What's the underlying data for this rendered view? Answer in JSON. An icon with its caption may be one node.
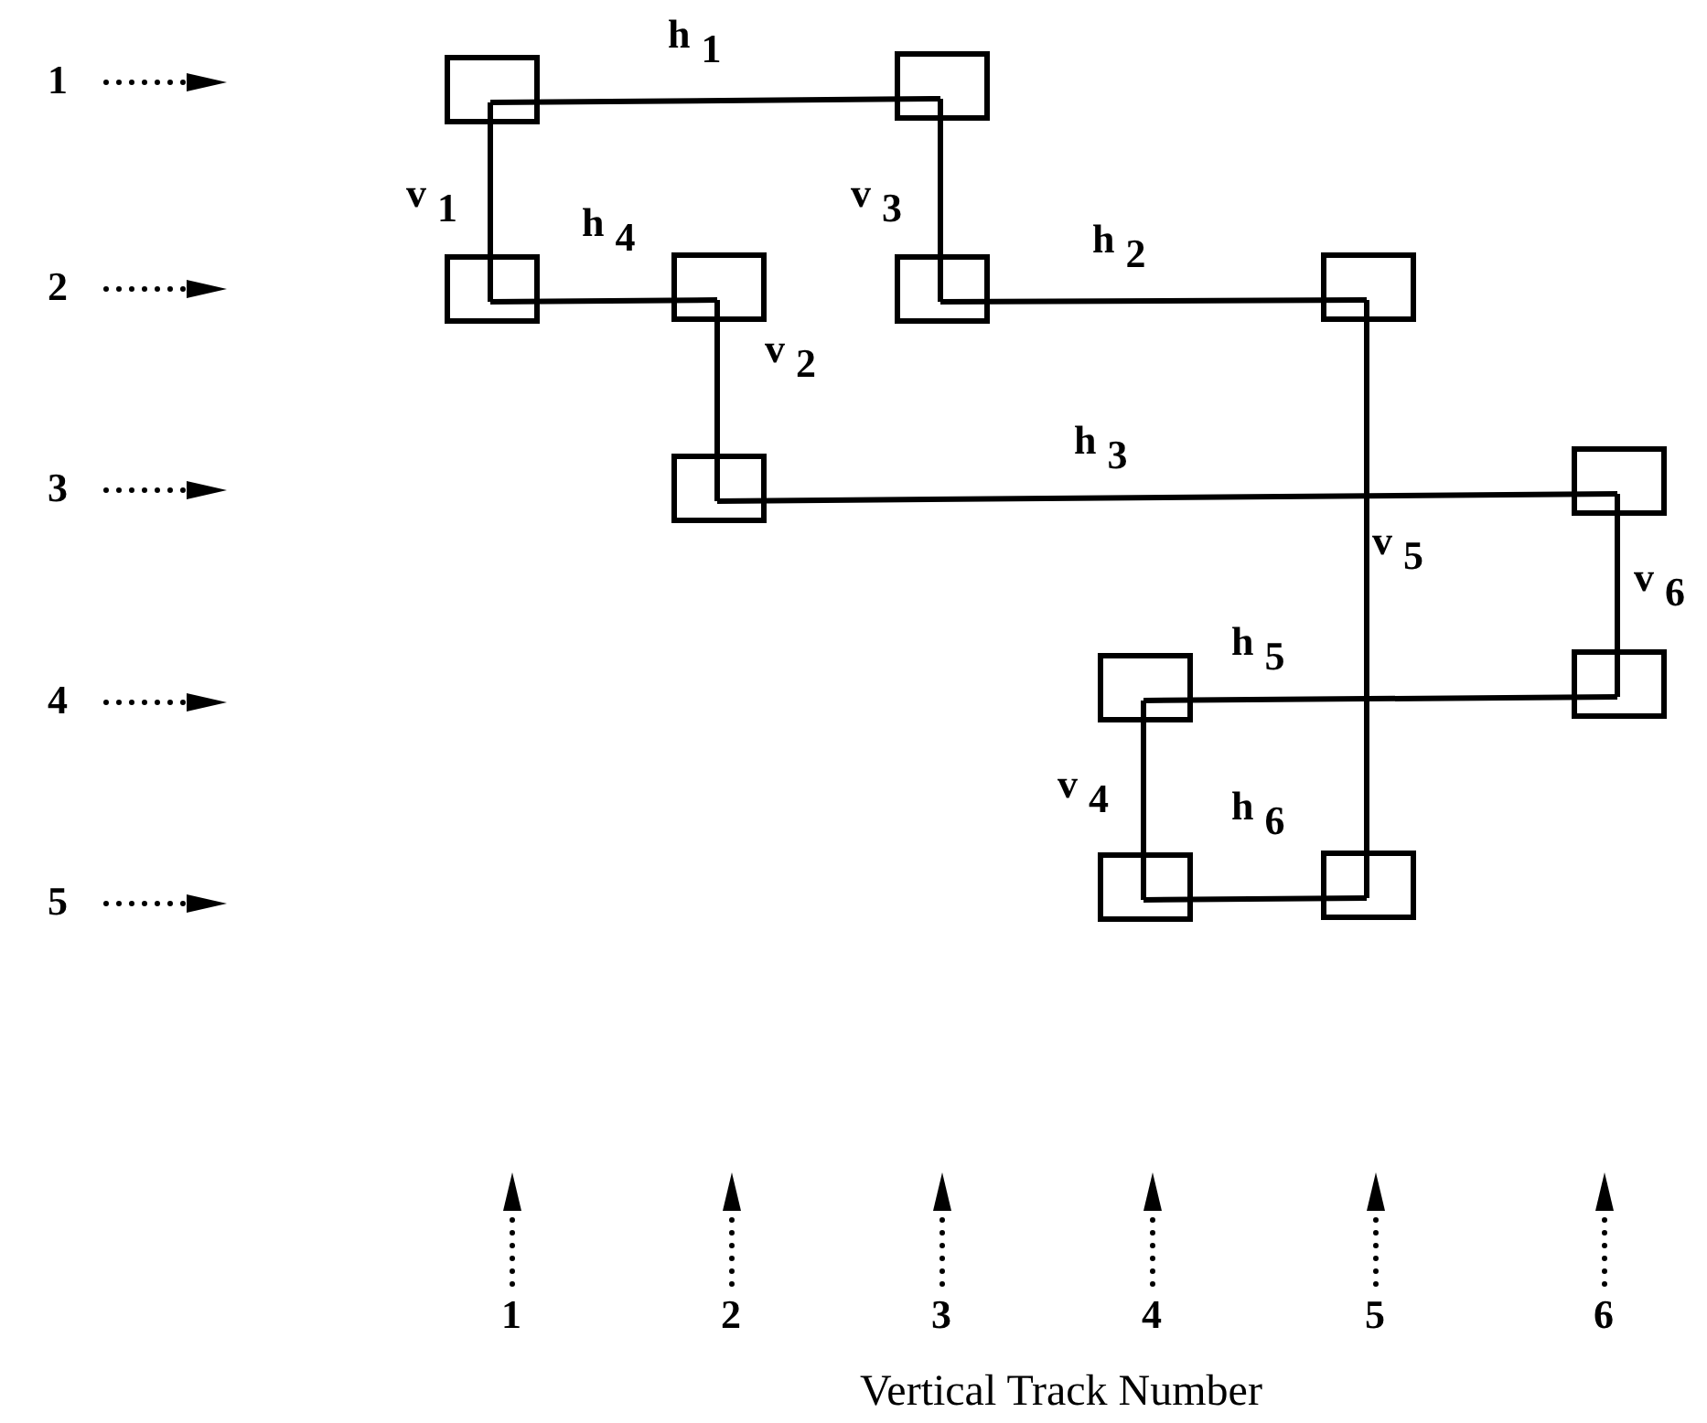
{
  "diagram": {
    "nodes": [
      {
        "text": [],
        "shape": "box"
      },
      {
        "text": [],
        "shape": "box"
      },
      {
        "text": [],
        "shape": "box"
      },
      {
        "text": [],
        "shape": "box"
      },
      {
        "text": [],
        "shape": "box"
      },
      {
        "text": [],
        "shape": "box"
      },
      {
        "text": [],
        "shape": "box"
      },
      {
        "text": [],
        "shape": "box"
      },
      {
        "text": [],
        "shape": "box"
      },
      {
        "text": [],
        "shape": "box"
      },
      {
        "text": [],
        "shape": "box"
      },
      {
        "text": [],
        "shape": "box"
      }
    ],
    "edges": [
      {
        "from": 0,
        "to": 1,
        "arrow": "none",
        "label": "h$_{1}$"
      },
      {
        "from": 0,
        "to": 2,
        "arrow": "none",
        "label": "v$_{1}$"
      },
      {
        "from": 1,
        "to": 4,
        "arrow": "none",
        "label": "v$_{3}$"
      },
      {
        "from": 2,
        "to": 3,
        "arrow": "none",
        "label": "h$_{4}$"
      },
      {
        "from": 4,
        "to": 5,
        "arrow": "none",
        "label": "h$_{2}$"
      },
      {
        "from": 3,
        "to": 6,
        "arrow": "none",
        "label": "v$_{2}$"
      },
      {
        "from": 6,
        "to": 7,
        "arrow": "none",
        "label": "h$_{3}$"
      },
      {
        "from": 5,
        "to": 11,
        "arrow": "none",
        "label": "v$_{5}$"
      },
      {
        "from": 7,
        "to": 9,
        "arrow": "none",
        "label": "v$_{6}$"
      },
      {
        "from": 8,
        "to": 9,
        "arrow": "none",
        "label": "h$_{5}$"
      },
      {
        "from": 8,
        "to": 10,
        "arrow": "none",
        "label": "v$_{4}$"
      },
      {
        "from": 10,
        "to": 11,
        "arrow": "none",
        "label": "h$_{6}$"
      }
    ],
    "labels": [
      "1",
      "2",
      "3",
      "4",
      "5",
      "1",
      "2",
      "3",
      "4",
      "5",
      "6",
      "Vertical Track Number"
    ]
  }
}
